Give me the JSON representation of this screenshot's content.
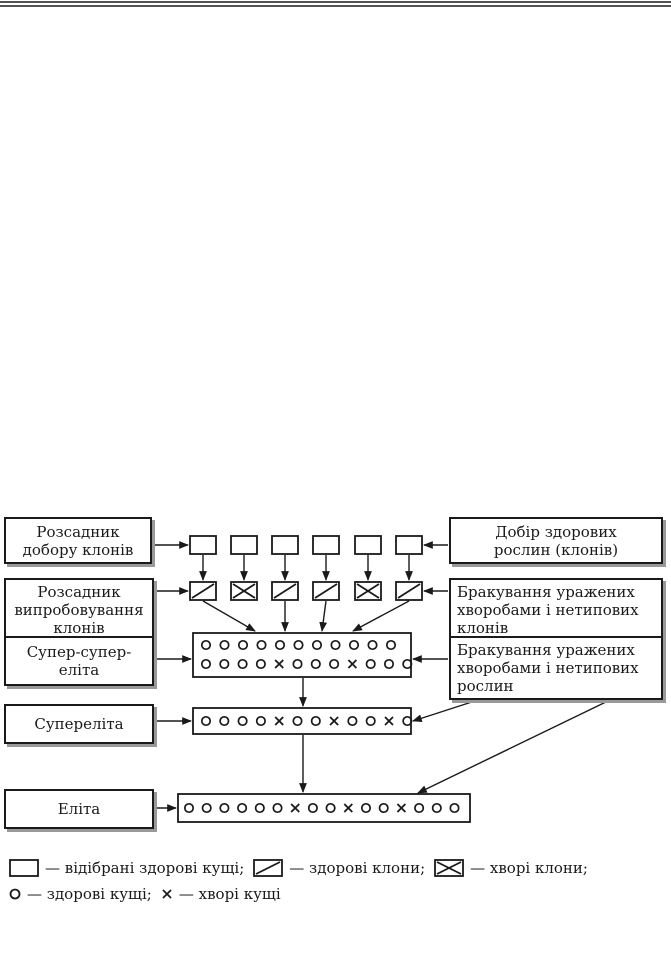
{
  "left_boxes": [
    {
      "lines": [
        "Розсадник",
        "добору клонів"
      ]
    },
    {
      "lines": [
        "Розсадник",
        "випробовування",
        "клонів"
      ]
    },
    {
      "lines": [
        "Супер-супер-",
        "еліта"
      ]
    },
    {
      "lines": [
        "Супереліта"
      ]
    },
    {
      "lines": [
        "Еліта"
      ]
    }
  ],
  "right_boxes": [
    {
      "lines": [
        "Добір здорових",
        "рослин (клонів)"
      ]
    },
    {
      "lines": [
        "Бракування уражених",
        "хворобами і нетипових",
        "клонів"
      ]
    },
    {
      "lines": [
        "Бракування уражених",
        "хворобами і нетипових",
        "рослин"
      ]
    }
  ],
  "rows": {
    "selected": [
      "empty",
      "empty",
      "empty",
      "empty",
      "empty",
      "empty"
    ],
    "tested": [
      "healthy",
      "diseased",
      "healthy",
      "healthy",
      "diseased",
      "healthy"
    ],
    "super_super_elite": [
      [
        "o",
        "o",
        "o",
        "o",
        "o",
        "o",
        "o",
        "o",
        "o",
        "o",
        "o"
      ],
      [
        "o",
        "o",
        "o",
        "o",
        "x",
        "o",
        "o",
        "o",
        "x",
        "o",
        "o",
        "o"
      ]
    ],
    "super_elite": [
      "o",
      "o",
      "o",
      "o",
      "x",
      "o",
      "o",
      "x",
      "o",
      "o",
      "x",
      "o"
    ],
    "elite": [
      "o",
      "o",
      "o",
      "o",
      "o",
      "o",
      "x",
      "o",
      "o",
      "x",
      "o",
      "o",
      "x",
      "o",
      "o",
      "o"
    ]
  },
  "legend": {
    "line1": [
      {
        "icon": "empty-box",
        "text": "— відібрані здорові кущі;"
      },
      {
        "icon": "healthy-clone",
        "text": "— здорові клони;"
      },
      {
        "icon": "diseased-clone",
        "text": "— хворі клони;"
      }
    ],
    "line2": [
      {
        "icon": "circle",
        "text": "— здорові кущі;"
      },
      {
        "icon": "cross",
        "text": "— хворі кущі"
      }
    ]
  }
}
